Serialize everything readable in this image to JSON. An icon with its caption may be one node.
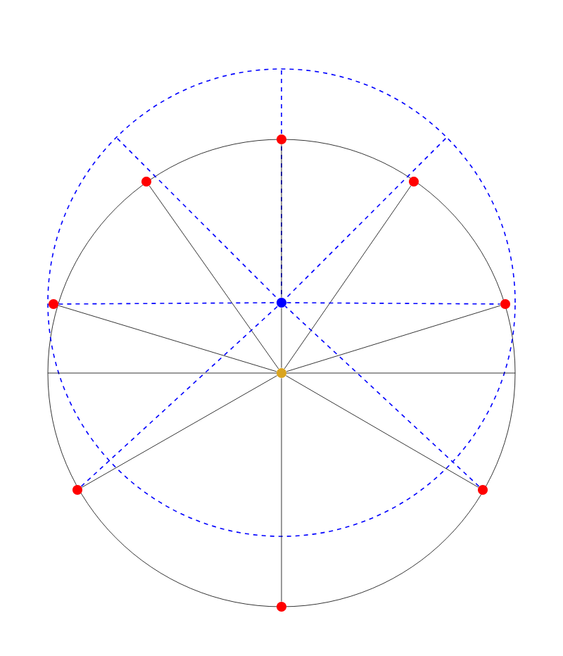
{
  "diagram": {
    "nodes": [
      {
        "text": [],
        "shape": "circle"
      },
      {
        "text": [],
        "shape": "circle"
      },
      {
        "text": [],
        "shape": "circle"
      },
      {
        "text": [],
        "shape": "circle"
      },
      {
        "text": [],
        "shape": "circle"
      },
      {
        "text": [],
        "shape": "circle"
      },
      {
        "text": [],
        "shape": "circle"
      },
      {
        "text": [],
        "shape": "circle"
      },
      {
        "text": [],
        "shape": "circle"
      },
      {
        "text": [],
        "shape": "circle"
      }
    ],
    "edges": [
      {
        "from": 6,
        "to": 4,
        "arrow": "none"
      },
      {
        "from": 4,
        "to": 0,
        "arrow": "none"
      },
      {
        "from": 6,
        "to": 1,
        "arrow": "none"
      },
      {
        "from": 6,
        "to": 2,
        "arrow": "none"
      },
      {
        "from": 6,
        "to": 3,
        "arrow": "none"
      },
      {
        "from": 6,
        "to": 5,
        "arrow": "none"
      },
      {
        "from": 6,
        "to": 7,
        "arrow": "none"
      },
      {
        "from": 6,
        "to": 8,
        "arrow": "none"
      },
      {
        "from": 6,
        "to": 9,
        "arrow": "none"
      },
      {
        "from": 3,
        "to": 4,
        "arrow": "none",
        "style": "dashed",
        "color": "#0000ff"
      },
      {
        "from": 4,
        "to": 5,
        "arrow": "none",
        "style": "dashed",
        "color": "#0000ff"
      },
      {
        "from": 7,
        "to": 4,
        "arrow": "none",
        "style": "dashed",
        "color": "#0000ff"
      },
      {
        "from": 8,
        "to": 4,
        "arrow": "none",
        "style": "dashed",
        "color": "#0000ff"
      }
    ]
  }
}
